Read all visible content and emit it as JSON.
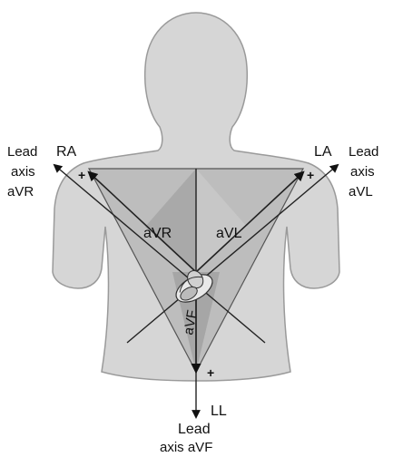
{
  "diagram": {
    "labels": {
      "ra": "RA",
      "la": "LA",
      "ll": "LL",
      "avr_inner": "aVR",
      "avl_inner": "aVL",
      "avf_inner": "aVF"
    },
    "lead_axis": {
      "left_line1": "Lead",
      "left_line2": "axis",
      "left_line3": "aVR",
      "right_line1": "Lead",
      "right_line2": "axis",
      "right_line3": "aVL",
      "bottom_line1": "Lead",
      "bottom_line2": "axis aVF"
    },
    "plus_sign": "+",
    "colors": {
      "body_fill": "#d6d6d6",
      "body_stroke": "#8a8a8a",
      "triangle_fill": "#bcbcbc",
      "triangle_stroke": "#555555",
      "line_color": "#222222"
    }
  }
}
